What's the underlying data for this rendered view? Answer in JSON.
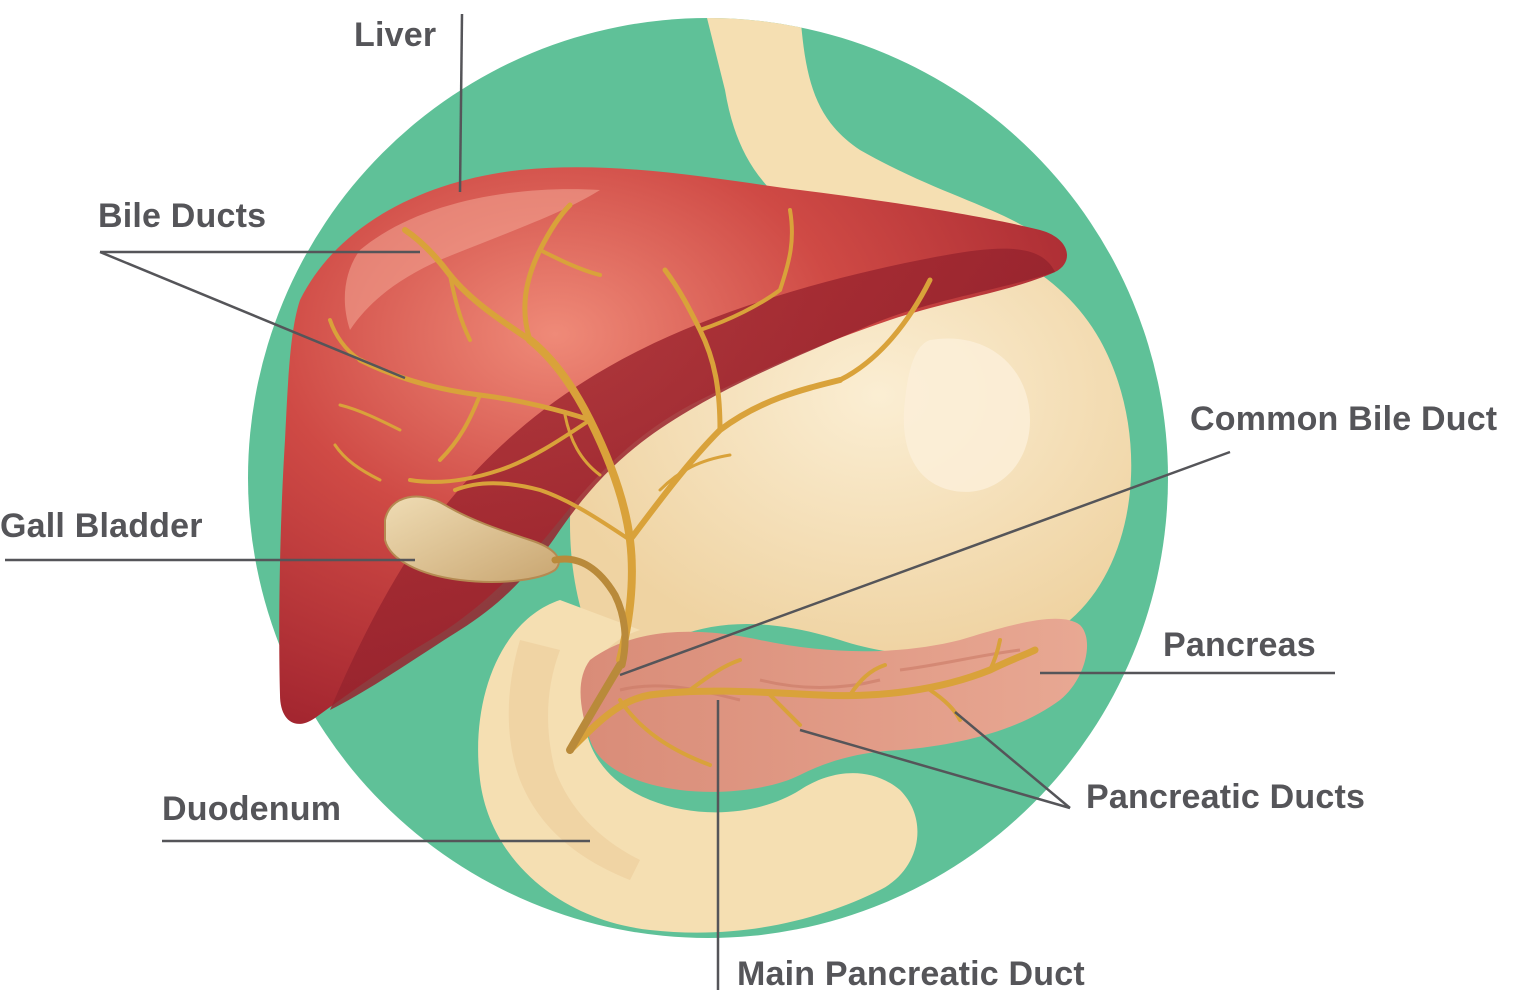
{
  "labels": {
    "liver": "Liver",
    "bile_ducts": "Bile Ducts",
    "gall_bladder": "Gall Bladder",
    "duodenum": "Duodenum",
    "common_bile_duct": "Common Bile Duct",
    "pancreas": "Pancreas",
    "pancreatic_ducts": "Pancreatic Ducts",
    "main_pancreatic_duct": "Main Pancreatic Duct"
  },
  "colors": {
    "background_circle": "#5fc198",
    "stomach_intestine": "#f5dfb2",
    "liver": "#c9403f",
    "liver_dark": "#8e1e2a",
    "ducts": "#d9a23a",
    "gall_bladder": "#d9bf8a",
    "pancreas": "#e09a86",
    "label_text": "#555559",
    "leader_line": "#555559"
  }
}
